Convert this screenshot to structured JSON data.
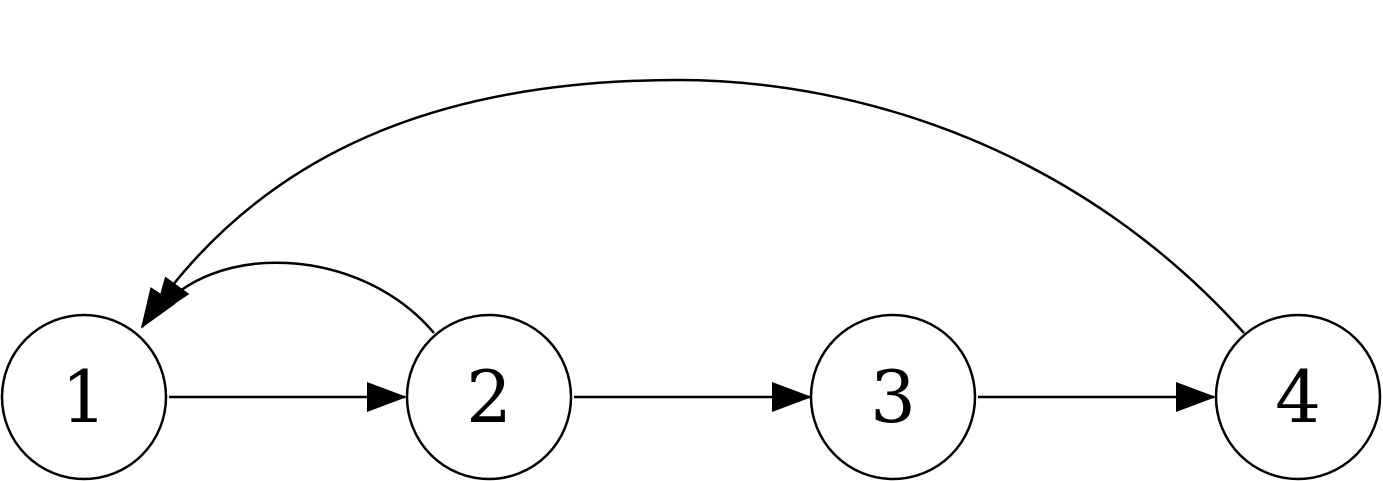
{
  "diagram": {
    "type": "directed-graph",
    "nodes": [
      {
        "id": "1",
        "label": "1"
      },
      {
        "id": "2",
        "label": "2"
      },
      {
        "id": "3",
        "label": "3"
      },
      {
        "id": "4",
        "label": "4"
      }
    ],
    "edges": [
      {
        "from": "1",
        "to": "2"
      },
      {
        "from": "2",
        "to": "3"
      },
      {
        "from": "3",
        "to": "4"
      },
      {
        "from": "2",
        "to": "1"
      },
      {
        "from": "4",
        "to": "1"
      }
    ],
    "colors": {
      "stroke": "#000000",
      "fill": "#ffffff"
    }
  }
}
